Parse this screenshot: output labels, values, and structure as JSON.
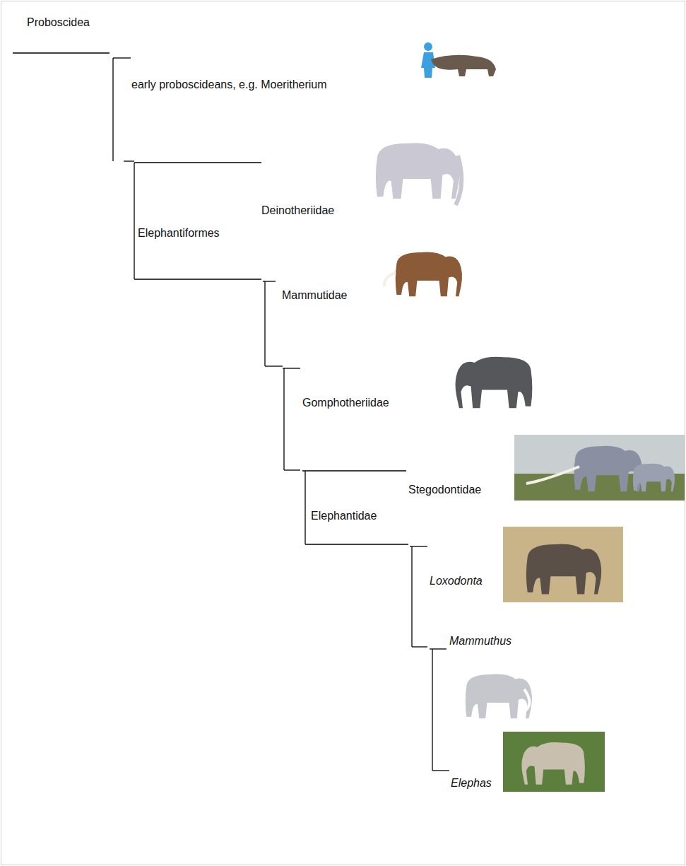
{
  "diagram": {
    "labels": [
      "Proboscidea",
      "early proboscideans, e.g. Moeritherium",
      "Deinotheriidae",
      "Elephantiformes",
      "Mammutidae",
      "Gomphotheriidae",
      "Stegodontidae",
      "Elephantidae",
      "Loxodonta",
      "Mammuthus",
      "Elephas"
    ]
  }
}
